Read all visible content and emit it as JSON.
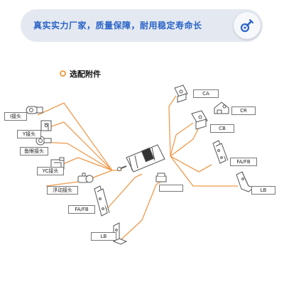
{
  "banner": {
    "text": "真实实力厂家，质量保障，耐用稳定寿命长",
    "icon": "wrench-gear-icon",
    "accent": "#2a64c8"
  },
  "section": {
    "title": "选配附件"
  },
  "colors": {
    "line": "#ef9a4c",
    "part": "#555555"
  },
  "left_parts": [
    "I接头",
    "Y接头",
    "鱼眼接头",
    "YC接头",
    "浮动接头",
    "FA/FB",
    "LB"
  ],
  "right_parts": [
    "CA",
    "CR",
    "CB",
    "FA/FB",
    "LB"
  ]
}
